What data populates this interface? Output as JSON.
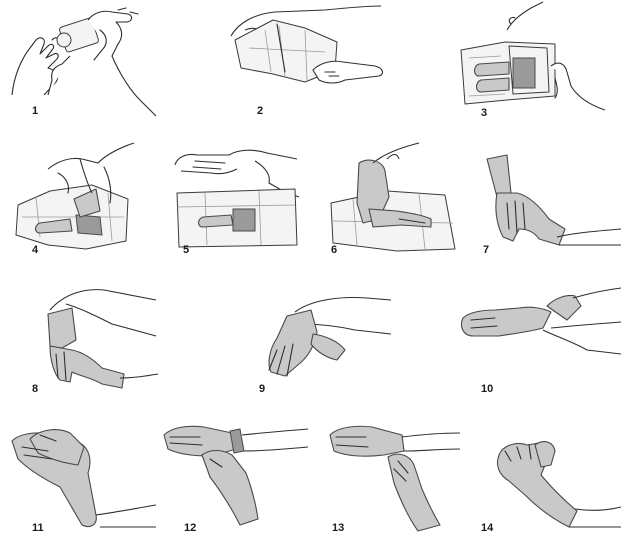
{
  "steps": [
    {
      "number": "1",
      "icon": "open-package-hands-icon"
    },
    {
      "number": "2",
      "icon": "unfold-wrapper-icon"
    },
    {
      "number": "3",
      "icon": "open-inner-wrapper-icon"
    },
    {
      "number": "4",
      "icon": "grasp-cuff-icon"
    },
    {
      "number": "5",
      "icon": "lift-glove-icon"
    },
    {
      "number": "6",
      "icon": "insert-hand-icon"
    },
    {
      "number": "7",
      "icon": "gloved-hand-raised-icon"
    },
    {
      "number": "8",
      "icon": "slide-fingers-under-cuff-icon"
    },
    {
      "number": "9",
      "icon": "insert-second-hand-icon"
    },
    {
      "number": "10",
      "icon": "pull-cuff-over-wrist-icon"
    },
    {
      "number": "11",
      "icon": "both-hands-gloved-icon"
    },
    {
      "number": "12",
      "icon": "adjust-cuff-icon"
    },
    {
      "number": "13",
      "icon": "smooth-cuff-icon"
    },
    {
      "number": "14",
      "icon": "clasped-gloved-hands-icon"
    }
  ]
}
